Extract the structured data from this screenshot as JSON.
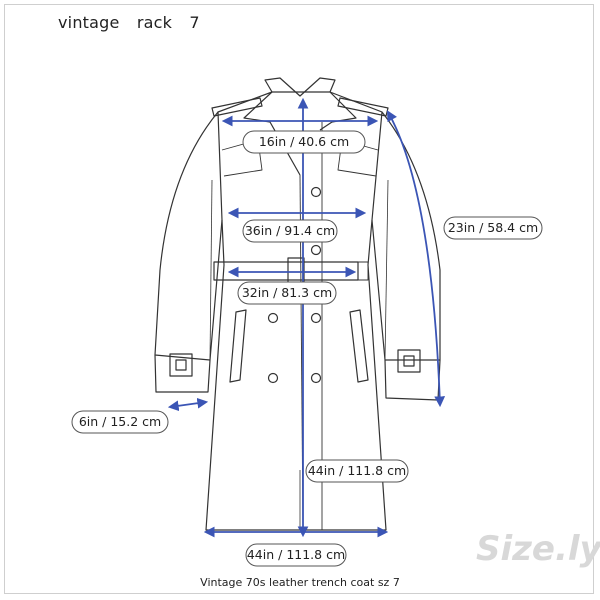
{
  "header": {
    "word1": "vintage",
    "word2": "rack",
    "word3": "7"
  },
  "measurements": {
    "shoulder": "16in / 40.6 cm",
    "chest": "36in / 91.4 cm",
    "waist": "32in / 81.3 cm",
    "sleeve": "23in / 58.4 cm",
    "cuff": "6in / 15.2 cm",
    "length": "44in / 111.8 cm",
    "hem": "44in / 111.8 cm"
  },
  "caption": "Vintage 70s leather trench coat sz 7",
  "brand": {
    "logo": "Size.ly"
  },
  "colors": {
    "outline": "#333333",
    "measure": "#3b55b5",
    "logo": "#d8d8d8"
  }
}
